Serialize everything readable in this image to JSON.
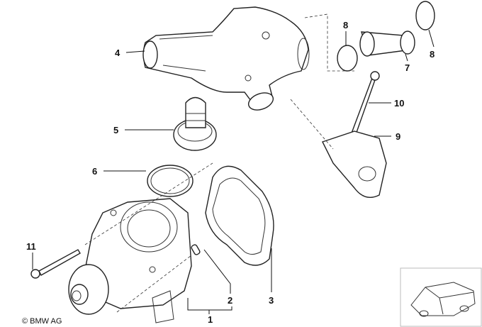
{
  "diagram": {
    "labels": {
      "p1": "1",
      "p2": "2",
      "p3": "3",
      "p4": "4",
      "p5": "5",
      "p6": "6",
      "p7": "7",
      "p8a": "8",
      "p8b": "8",
      "p9": "9",
      "p10": "10",
      "p11": "11"
    },
    "copyright": "© BMW AG"
  }
}
